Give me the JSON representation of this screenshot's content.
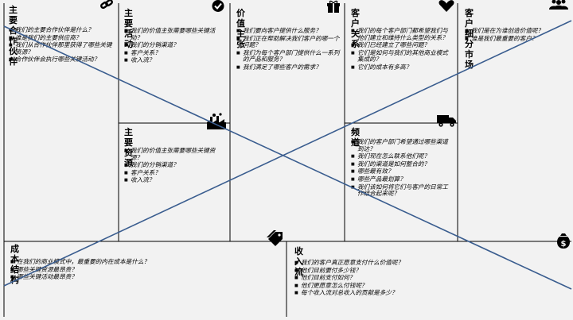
{
  "key_partners": {
    "title": "主要合作伙伴",
    "items": [
      "我们的主要合作伙伴是什么？",
      "谁是我们的主要供应商？",
      "我们从合作伙伴那里获得了哪些关键资源？",
      "合作伙伴会执行哪些关键活动？"
    ],
    "icon": "link-icon"
  },
  "key_activities": {
    "title": "主要活动",
    "items": [
      "我们的价值主张需要哪些关键活动？",
      "我们的分销渠道？",
      "客户关系？",
      "收入流？"
    ],
    "icon": "check-circle-icon"
  },
  "value_propositions": {
    "title": "价值主张",
    "items": [
      "我们要向客户提供什么服务？",
      "我们正在帮助解决我们客户的哪一个问题？",
      "我们为每个客户部门提供什么一系列的产品和服务？",
      "我们满足了哪些客户的需求？"
    ],
    "icon": "gift-icon"
  },
  "customer_relationships": {
    "title": "客户关系",
    "items": [
      "我们的每个客户部门都希望我们与他们建立和维持什么类型的关系？",
      "我们已经建立了哪些问题？",
      "它们是如何与我们的其他商业模式集成的？",
      "它们的成本有多高？"
    ],
    "icon": "heart-icon"
  },
  "customer_segments": {
    "title": "客户细分市场",
    "items": [
      "我们是在为谁创造价值呢？",
      "谁是我们最重要的客户？"
    ],
    "icon": "people-icon"
  },
  "key_resources": {
    "title": "主要资源",
    "items": [
      "我们的价值主张需要哪些关键资源？",
      "我们的分销渠道？",
      "客户关系？",
      "收入流？"
    ],
    "icon": "factory-icon"
  },
  "channels": {
    "title": "频道",
    "items": [
      "我们的客户部门希望通过哪些渠道到达？",
      "我们现在怎么联系他们呢？",
      "我们的渠道是如何整合的？",
      "哪些最有效？",
      "哪些产品最划算？",
      "我们该如何将它们与客户的日常工作结合起来呢？"
    ],
    "icon": "truck-icon"
  },
  "cost_structure": {
    "title": "成本结构",
    "items": [
      "在我们的商业模式中，最重要的内在成本是什么？",
      "哪些关键资源最昂贵？",
      "哪些关键活动最昂贵？"
    ],
    "icon": "tag-icon"
  },
  "revenue_streams": {
    "title": "收入流",
    "items": [
      "我们的客户真正愿意支付什么价值呢？",
      "他们目前要付多少钱？",
      "他们目前支付如何？",
      "他们更愿意怎么付钱呢？",
      "每个收入流对总收入的贡献是多少？"
    ],
    "icon": "money-bag-icon"
  },
  "colors": {
    "border": "#000000",
    "cross_lines": "#3a5d8f",
    "background": "#f2f2f2"
  }
}
